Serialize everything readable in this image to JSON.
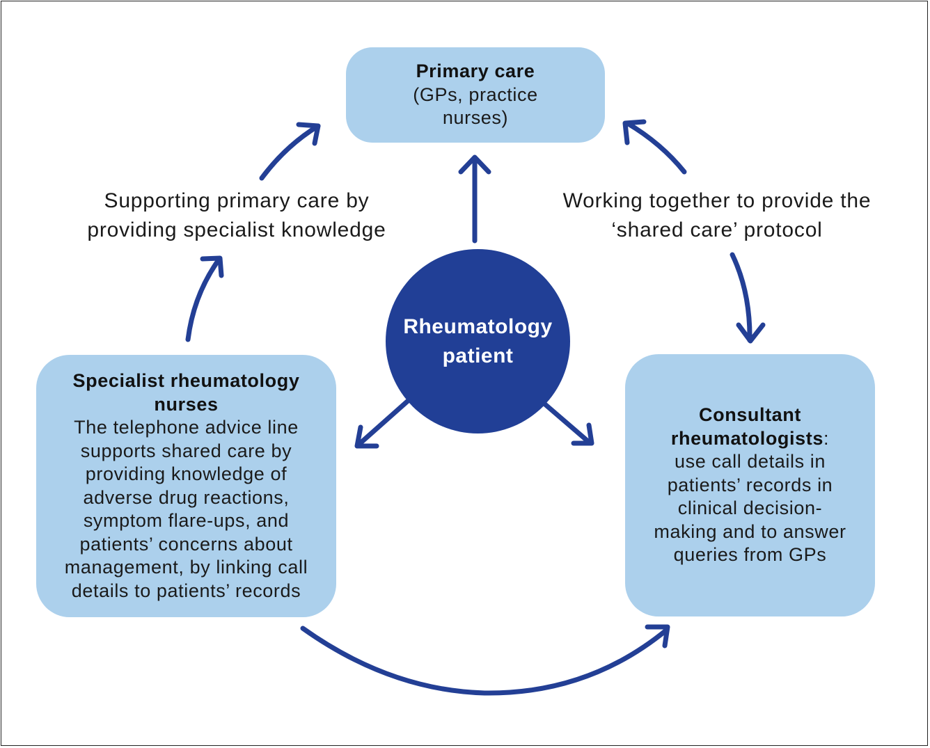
{
  "colors": {
    "box_fill": "#acd0ec",
    "circle_fill": "#213f96",
    "arrow": "#233f95",
    "text": "#1a1a1a"
  },
  "center": {
    "label": "Rheumatology patient"
  },
  "primary_care": {
    "title": "Primary care",
    "body": "(GPs, practice nurses)"
  },
  "nurses": {
    "title": "Specialist rheumatology nurses",
    "body": "The telephone advice line supports shared care by providing knowledge of adverse drug reactions, symptom flare-ups, and patients’ concerns about management, by linking call details to patients’ records"
  },
  "consultants": {
    "title": "Consultant rheumatologists",
    "title_suffix": ":",
    "body": "use call details in patients’ records in clinical decision-making and to answer queries from GPs"
  },
  "labels": {
    "left": "Supporting primary care by providing specialist knowledge",
    "right": "Working together to provide the ‘shared care’ protocol"
  }
}
